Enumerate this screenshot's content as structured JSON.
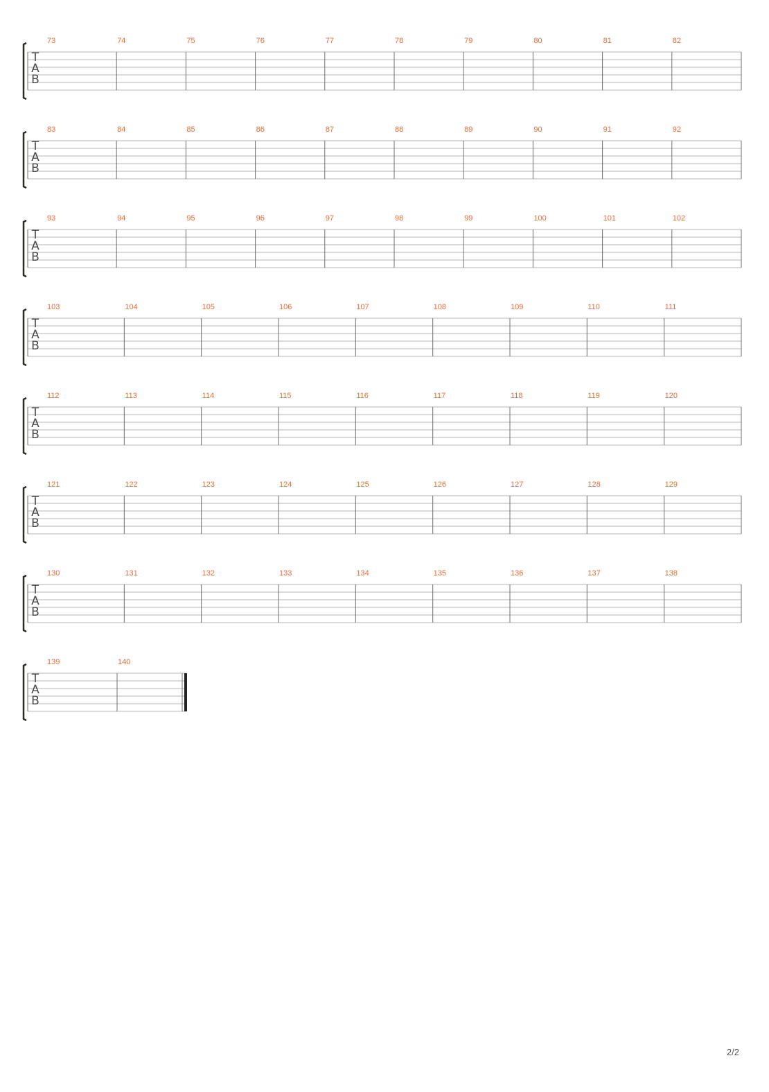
{
  "document": {
    "page_number": "2/2",
    "colors": {
      "measure_number": "#ef6a35",
      "staff_line": "#b4b4b4",
      "barline": "#6e6e6e",
      "bracket": "#2a2a22",
      "tab_letters": "#4a4a4a"
    },
    "tab_clef_letters": [
      "T",
      "A",
      "B"
    ],
    "systems": [
      {
        "measures": [
          "73",
          "74",
          "75",
          "76",
          "77",
          "78",
          "79",
          "80",
          "81",
          "82"
        ]
      },
      {
        "measures": [
          "83",
          "84",
          "85",
          "86",
          "87",
          "88",
          "89",
          "90",
          "91",
          "92"
        ]
      },
      {
        "measures": [
          "93",
          "94",
          "95",
          "96",
          "97",
          "98",
          "99",
          "100",
          "101",
          "102"
        ]
      },
      {
        "measures": [
          "103",
          "104",
          "105",
          "106",
          "107",
          "108",
          "109",
          "110",
          "111"
        ]
      },
      {
        "measures": [
          "112",
          "113",
          "114",
          "115",
          "116",
          "117",
          "118",
          "119",
          "120"
        ]
      },
      {
        "measures": [
          "121",
          "122",
          "123",
          "124",
          "125",
          "126",
          "127",
          "128",
          "129"
        ]
      },
      {
        "measures": [
          "130",
          "131",
          "132",
          "133",
          "134",
          "135",
          "136",
          "137",
          "138"
        ]
      },
      {
        "measures": [
          "139",
          "140"
        ],
        "final_barline": true
      }
    ]
  }
}
